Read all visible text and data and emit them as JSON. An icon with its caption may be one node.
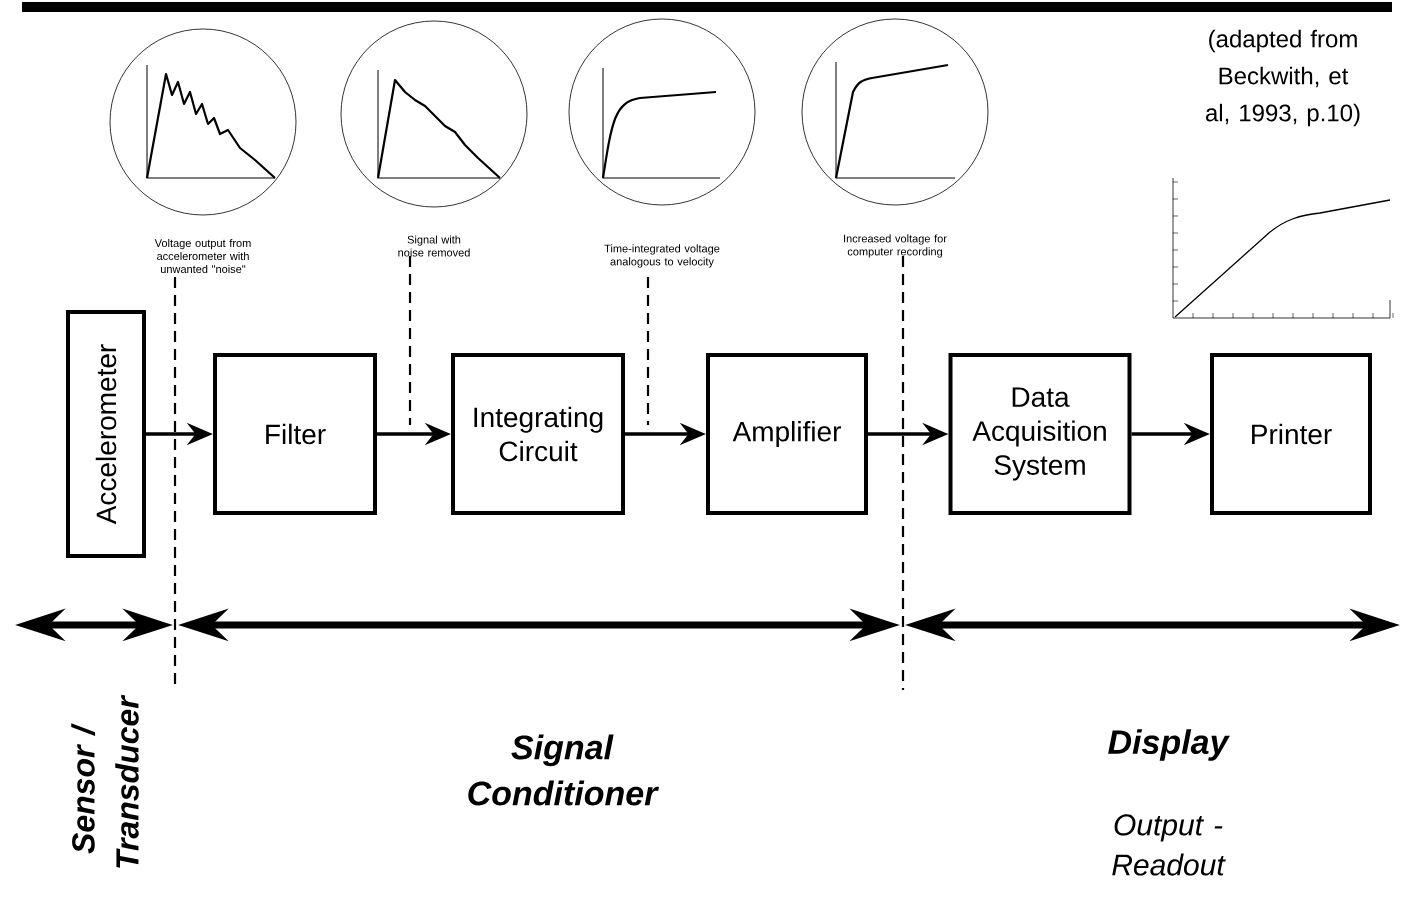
{
  "diagram": {
    "nodes": [
      {
        "text": [
          "Accelerometer"
        ]
      },
      {
        "text": [
          "Filter"
        ]
      },
      {
        "text": [
          "Integrating Circuit"
        ]
      },
      {
        "text": [
          "Amplifier"
        ]
      },
      {
        "text": [
          "Data Acquisition System"
        ]
      },
      {
        "text": [
          "Printer"
        ]
      },
      {
        "text": [],
        "shape": "picture",
        "beside": [
          "Voltage output from accelerometer with unwanted \"noise\""
        ]
      },
      {
        "text": [],
        "shape": "picture",
        "beside": [
          "Signal with noise removed"
        ]
      },
      {
        "text": [],
        "shape": "picture",
        "beside": [
          "Time-integrated voltage analogous to velocity"
        ]
      },
      {
        "text": [],
        "shape": "picture",
        "beside": [
          "Increased voltage for computer recording"
        ]
      }
    ],
    "edges": [
      {
        "from": 0,
        "to": 1,
        "arrow": "to"
      },
      {
        "from": 1,
        "to": 2,
        "arrow": "to"
      },
      {
        "from": 2,
        "to": 3,
        "arrow": "to"
      },
      {
        "from": 3,
        "to": 4,
        "arrow": "to"
      },
      {
        "from": 4,
        "to": 5,
        "arrow": "to"
      },
      {
        "from": 6,
        "to": null,
        "arrow": "none",
        "style": "dashed"
      },
      {
        "from": 7,
        "to": null,
        "arrow": "none",
        "style": "dashed"
      },
      {
        "from": 8,
        "to": null,
        "arrow": "none",
        "style": "dashed"
      },
      {
        "from": 9,
        "to": null,
        "arrow": "none",
        "style": "dashed"
      }
    ],
    "labels": [
      "(adapted from Beckwith, et al, 1993, p.10)",
      "Sensor / Transducer",
      "Signal Conditioner",
      "Display",
      "Output - Readout"
    ]
  }
}
